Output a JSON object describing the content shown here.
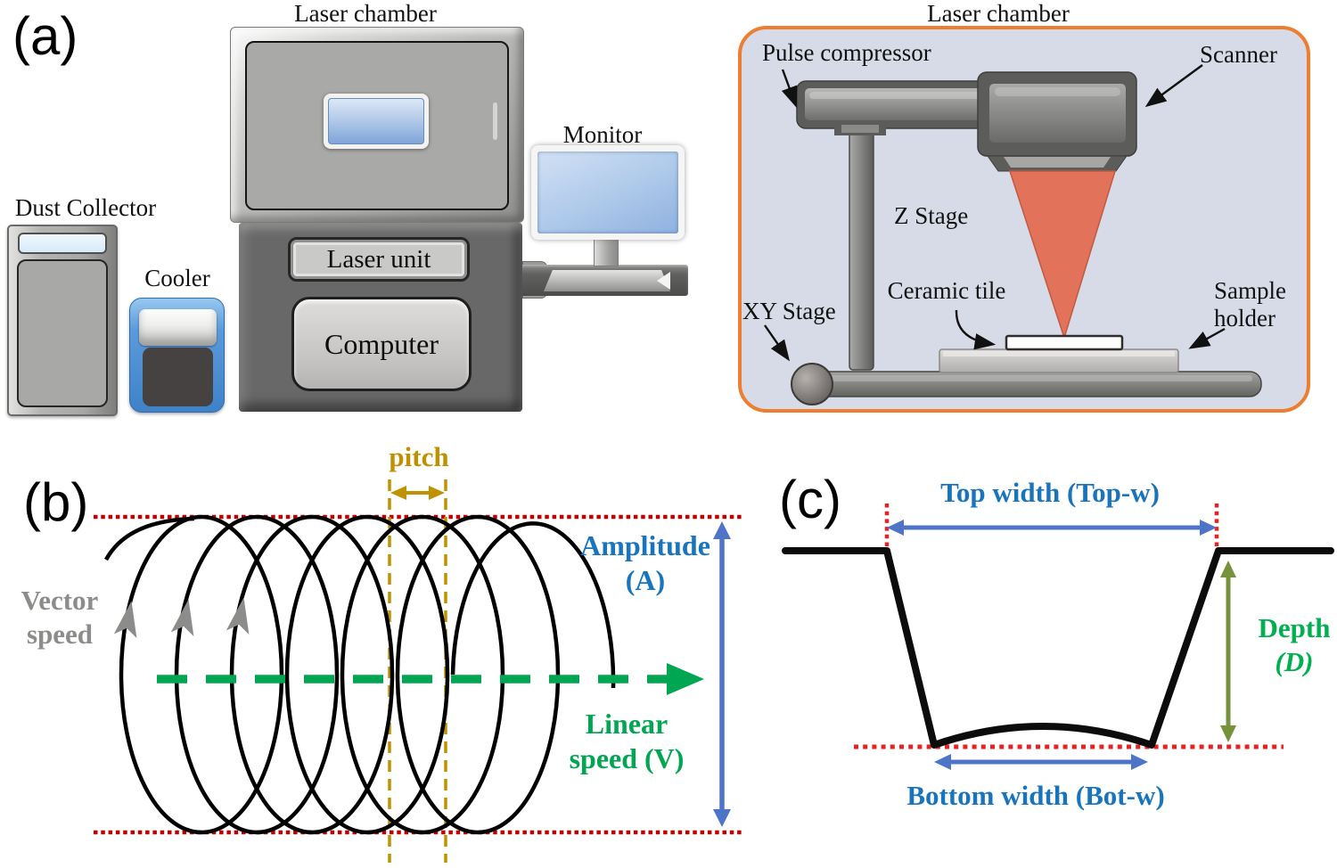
{
  "colors": {
    "orange": "#ed7d31",
    "chamber_bg": "#d6dbe7",
    "red_dark": "#c00000",
    "red_bright": "#e62222",
    "gold": "#bf9000",
    "gold_line": "#c09202",
    "green": "#00a651",
    "depth_green": "#00b050",
    "olive": "#76923c",
    "blue_label": "#1874bc",
    "blue_arrow": "#4e74c8",
    "gray_label": "#8c8c8a",
    "beam": "#e2735a"
  },
  "panel_a": {
    "tag": "(a)",
    "machine_room": {
      "laser_chamber_title": "Laser chamber",
      "dust_collector_label": "Dust Collector",
      "cooler_label": "Cooler",
      "laser_unit_label": "Laser unit",
      "computer_label": "Computer",
      "monitor_label": "Monitor"
    },
    "chamber_detail": {
      "title": "Laser chamber",
      "pulse_compressor_label": "Pulse compressor",
      "scanner_label": "Scanner",
      "z_stage_label": "Z Stage",
      "xy_stage_label": "XY Stage",
      "ceramic_tile_label": "Ceramic tile",
      "sample_holder_line1": "Sample",
      "sample_holder_line2": "holder"
    }
  },
  "panel_b": {
    "tag": "(b)",
    "pitch_label": "pitch",
    "vector_speed_line1": "Vector",
    "vector_speed_line2": "speed",
    "amplitude_line1": "Amplitude",
    "amplitude_line2": "(A)",
    "linear_speed_line1": "Linear",
    "linear_speed_line2": "speed (V)"
  },
  "panel_c": {
    "tag": "(c)",
    "top_width_label": "Top width (Top-w)",
    "depth_line1": "Depth",
    "depth_line2": "(D)",
    "bottom_width_label": "Bottom width (Bot-w)"
  }
}
